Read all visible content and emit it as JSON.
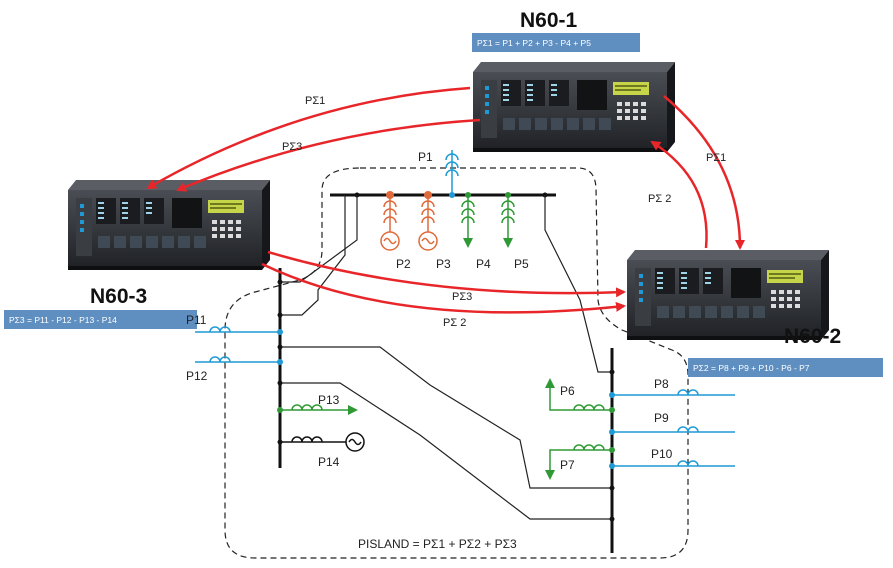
{
  "colors": {
    "flow_arrow": "#e8262a",
    "blue_ct": "#1f9ad6",
    "green_ct": "#2f9a35",
    "orange_ct": "#e06a3a",
    "equation_box": "#5f8fc0",
    "relay_body": "#2c2f33"
  },
  "relays": {
    "n1": {
      "title": "N60-1",
      "equation": "PΣ1 =  P1 + P2 + P3 - P4 + P5"
    },
    "n2": {
      "title": "N60-2",
      "equation": "PΣ2 =  P8 + P9 + P10 - P6 - P7"
    },
    "n3": {
      "title": "N60-3",
      "equation": "PΣ3 =  P11 - P12 - P13 - P14"
    }
  },
  "flows": {
    "n1_to_n3_a": "PΣ1",
    "n1_to_n3_b": "PΣ3",
    "n1_to_n2": "PΣ1",
    "n2_to_n1": "PΣ 2",
    "n3_to_n2_a": "PΣ3",
    "n3_to_n2_b": "PΣ 2"
  },
  "measurements": {
    "p1": "P1",
    "p2": "P2",
    "p3": "P3",
    "p4": "P4",
    "p5": "P5",
    "p6": "P6",
    "p7": "P7",
    "p8": "P8",
    "p9": "P9",
    "p10": "P10",
    "p11": "P11",
    "p12": "P12",
    "p13": "P13",
    "p14": "P14"
  },
  "island_equation": "PISLAND  =  PΣ1 + PΣ2 + PΣ3",
  "icons": [
    "relay-device-icon",
    "current-transformer-icon",
    "generator-icon",
    "flow-arrow-icon"
  ]
}
